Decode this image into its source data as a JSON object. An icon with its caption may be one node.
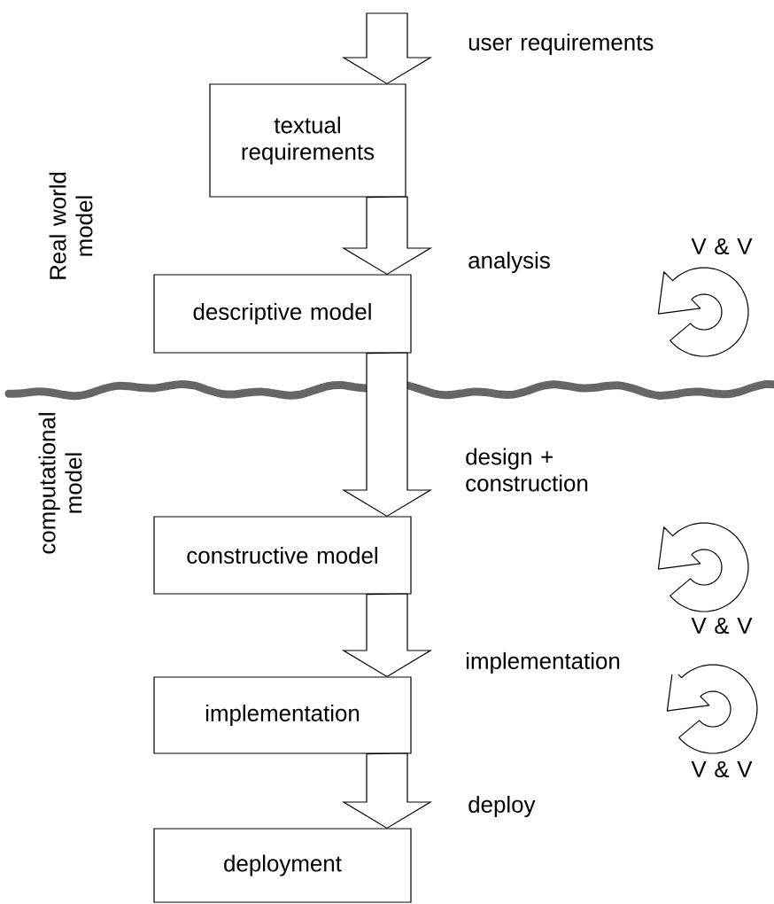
{
  "diagram": {
    "nodes": [
      {
        "text": [
          "textual requirements"
        ]
      },
      {
        "text": [
          "descriptive model"
        ]
      },
      {
        "text": [
          "constructive model"
        ]
      },
      {
        "text": [
          "implementation"
        ]
      },
      {
        "text": [
          "deployment"
        ]
      }
    ],
    "edges": [
      {
        "from": null,
        "to": 0,
        "arrow": "to",
        "label": "user requirements"
      },
      {
        "from": 0,
        "to": 1,
        "arrow": "to",
        "label": "analysis"
      },
      {
        "from": 1,
        "to": 2,
        "arrow": "to",
        "label": "design + construction"
      },
      {
        "from": 2,
        "to": 3,
        "arrow": "to",
        "label": "implementation"
      },
      {
        "from": 3,
        "to": 4,
        "arrow": "to",
        "label": "deploy"
      }
    ],
    "labels": [
      "V & V",
      "Real world model",
      "computational model",
      "V & V",
      "V & V"
    ]
  }
}
